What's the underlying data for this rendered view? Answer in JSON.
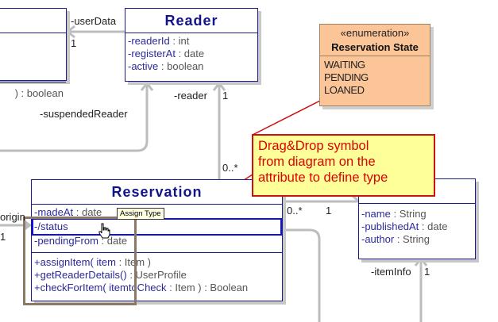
{
  "diagram": {
    "classes": {
      "left_partial": {
        "operations": [
          ") : boolean"
        ]
      },
      "reader": {
        "name": "Reader",
        "attributes": [
          {
            "name": "-readerId",
            "type": " : int"
          },
          {
            "name": "-registerAt",
            "type": " : date"
          },
          {
            "name": "-active",
            "type": " : boolean"
          }
        ]
      },
      "reservation": {
        "name": "Reservation",
        "attributes": [
          {
            "name": "-madeAt",
            "type": " : date"
          },
          {
            "name": "-/status",
            "type": ""
          },
          {
            "name": "-pendingFrom",
            "type": " : date"
          }
        ],
        "operations": [
          {
            "name": "+assignItem( item",
            "type": " : Item )"
          },
          {
            "name": "+getReaderDetails()",
            "type": " : UserProfile"
          },
          {
            "name": "+checkForItem( itemtoCheck",
            "type": " : Item ) : Boolean"
          }
        ]
      },
      "item_partial": {
        "attributes": [
          {
            "name": "-name",
            "type": " : String"
          },
          {
            "name": "-publishedAt",
            "type": " : date"
          },
          {
            "name": "-author",
            "type": " : String"
          }
        ]
      }
    },
    "enumeration": {
      "stereotype": "«enumeration»",
      "name": "Reservation State",
      "literals": [
        "WAITING",
        "PENDING",
        "LOANED"
      ]
    },
    "association_labels": {
      "user_data_role": "-userData",
      "user_data_mult": "1",
      "suspended_reader_role": "-suspendedReader",
      "reader_role": "-reader",
      "reader_mult": "1",
      "reservation_mult": "0..*",
      "item_res_mult": "0..*",
      "item_mult": "1",
      "origin_role": "origin",
      "origin_mult": "1",
      "item_info_role": "-itemInfo",
      "item_info_mult": "1"
    },
    "note": {
      "lines": [
        "Drag&Drop symbol",
        "from diagram on the",
        "attribute to define type"
      ]
    },
    "tooltip": "Assign Type",
    "colors": {
      "class_border": "#1b1b8c",
      "class_title": "#14148a",
      "enum_fill": "#fcc598",
      "note_fill": "#ffff99",
      "note_text": "#dd0000",
      "selection": "#1010e0",
      "connector": "#bdbdbd"
    }
  }
}
